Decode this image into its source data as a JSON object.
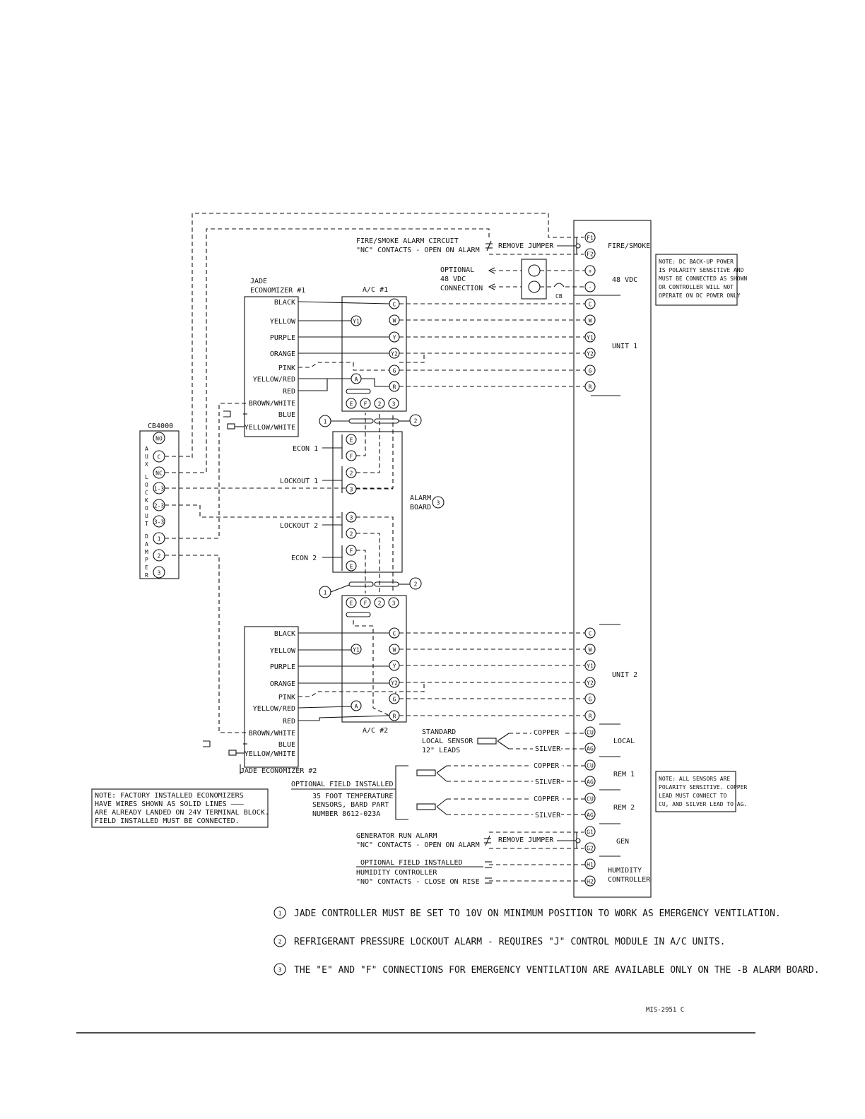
{
  "unit1_board": {
    "title": "A/C #1",
    "econ_label": "JADE\nECONOMIZER #1"
  },
  "unit2_board": {
    "title": "A/C #2",
    "econ_label": "JADE ECONOMIZER #2"
  },
  "econ_wires": [
    "BLACK",
    "YELLOW",
    "PURPLE",
    "ORANGE",
    "PINK",
    "YELLOW/RED",
    "RED",
    "BROWN/WHITE",
    "BLUE",
    "YELLOW/WHITE"
  ],
  "ac_terminals": [
    "C",
    "W",
    "Y",
    "Y2",
    "G",
    "R"
  ],
  "ac_bottom_terminals": [
    "E",
    "F",
    "2",
    "3"
  ],
  "y1_label": "Y1",
  "a_label": "A",
  "fire_alarm": {
    "line1": "FIRE/SMOKE ALARM CIRCUIT",
    "line2": "\"NC\" CONTACTS - OPEN ON ALARM",
    "jumper": "REMOVE JUMPER"
  },
  "optional_vdc": {
    "line1": "OPTIONAL",
    "line2": "48 VDC",
    "line3": "CONNECTION",
    "cb": "CB"
  },
  "controller": {
    "fire_label": "FIRE/SMOKE",
    "vdc_label": "48 VDC",
    "unit1_label": "UNIT 1",
    "unit2_label": "UNIT 2",
    "local_label": "LOCAL",
    "rem1_label": "REM 1",
    "rem2_label": "REM 2",
    "gen_label": "GEN",
    "humidity_label1": "HUMIDITY",
    "humidity_label2": "CONTROLLER",
    "terminals_top": [
      "F1",
      "F2",
      "+",
      "-"
    ],
    "terminals_unit": [
      "C",
      "W",
      "Y1",
      "Y2",
      "G",
      "R"
    ],
    "terminals_sensor": [
      "CU",
      "AG"
    ],
    "terminals_gen": [
      "G1",
      "G2"
    ],
    "terminals_hum": [
      "H1",
      "H2"
    ]
  },
  "dc_note": [
    "NOTE: DC BACK-UP POWER",
    "IS POLARITY SENSITIVE AND",
    "MUST BE CONNECTED AS SHOWN",
    "OR CONTROLLER WILL NOT",
    "OPERATE ON DC POWER ONLY"
  ],
  "sensor_note": [
    "NOTE: ALL SENSORS ARE",
    "POLARITY SENSITIVE. COPPER",
    "LEAD MUST CONNECT TO",
    "CU, AND SILVER LEAD TO AG."
  ],
  "factory_note": [
    "NOTE: FACTORY INSTALLED ECONOMIZERS",
    "HAVE WIRES SHOWN AS SOLID LINES ———",
    "ARE ALREADY LANDED ON 24V TERMINAL BLOCK.",
    "FIELD INSTALLED MUST BE CONNECTED."
  ],
  "cb4000": {
    "title": "CB4000",
    "vertical": "AUX LOCKOUT DAMPER",
    "terminals": [
      "NO",
      "C",
      "NC",
      "1-3",
      "2-3",
      "3-3",
      "1",
      "2",
      "3"
    ]
  },
  "alarm_board": {
    "label1": "ALARM",
    "label2": "BOARD",
    "mark": "3",
    "econ1": "ECON 1",
    "lockout1": "LOCKOUT 1",
    "lockout2": "LOCKOUT 2",
    "econ2": "ECON 2",
    "t_econ": [
      "E",
      "F"
    ],
    "t_lock": [
      "2",
      "3"
    ]
  },
  "markers": {
    "one": "1",
    "two": "2",
    "three": "3"
  },
  "sensors": {
    "standard1": "STANDARD",
    "standard2": "LOCAL SENSOR",
    "standard3": "12\" LEADS",
    "copper": "COPPER",
    "silver": "SILVER",
    "optional1": "OPTIONAL FIELD INSTALLED",
    "optional2": "35 FOOT TEMPERATURE",
    "optional3": "SENSORS, BARD PART",
    "optional4": "NUMBER 8612-023A"
  },
  "gen_alarm": {
    "line1": "GENERATOR RUN ALARM",
    "line2": "\"NC\" CONTACTS - OPEN ON ALARM",
    "jumper": "REMOVE JUMPER"
  },
  "humidity": {
    "line1": "OPTIONAL FIELD INSTALLED",
    "line2": "HUMIDITY CONTROLLER",
    "line3": "\"NO\" CONTACTS - CLOSE ON RISE"
  },
  "footnotes": [
    {
      "num": "1",
      "text": "JADE CONTROLLER MUST BE SET TO 10V ON MINIMUM POSITION TO WORK AS EMERGENCY VENTILATION."
    },
    {
      "num": "2",
      "text": "REFRIGERANT PRESSURE LOCKOUT ALARM - REQUIRES \"J\" CONTROL MODULE IN A/C UNITS."
    },
    {
      "num": "3",
      "text": "THE \"E\" AND \"F\" CONNECTIONS FOR EMERGENCY VENTILATION ARE AVAILABLE ONLY ON THE -B ALARM BOARD."
    }
  ],
  "drawing_number": "MIS-2951 C"
}
